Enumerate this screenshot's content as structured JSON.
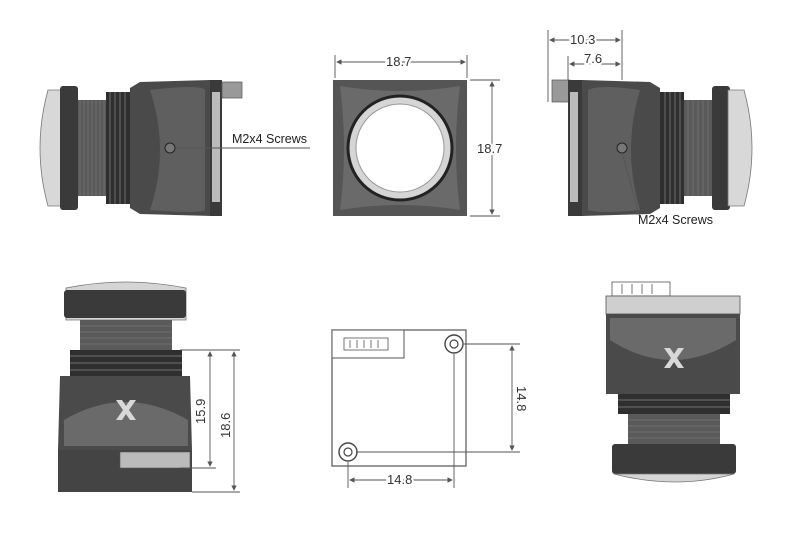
{
  "drawing": {
    "side_left": {
      "callout": "M2x4 Screws"
    },
    "front": {
      "width": "18.7",
      "height": "18.7"
    },
    "side_right": {
      "overall_depth": "10.3",
      "board_depth": "7.6",
      "callout": "M2x4 Screws"
    },
    "front_lower": {
      "inner_height": "15.9",
      "overall_height": "18.6"
    },
    "back": {
      "hole_spacing_v": "14.8",
      "hole_spacing_h": "14.8"
    },
    "colors": {
      "body": "#4a4a4a",
      "line": "#555555"
    }
  }
}
